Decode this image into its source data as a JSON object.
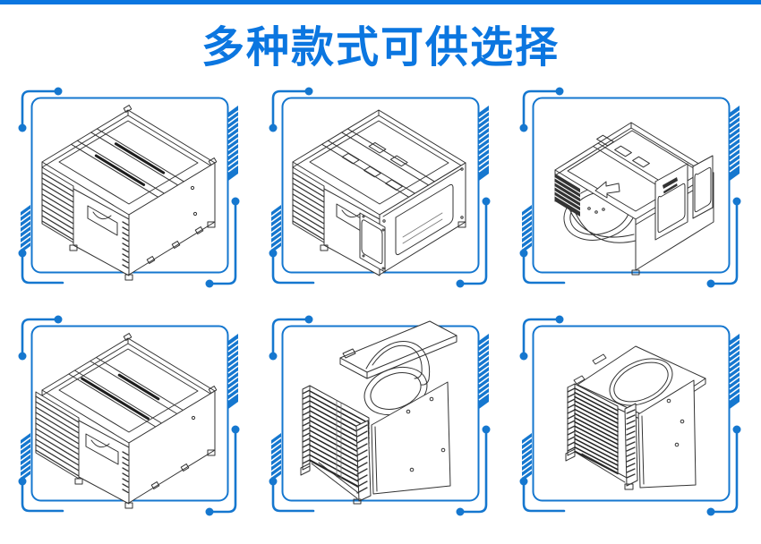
{
  "page": {
    "title": "多种款式可供选择"
  },
  "colors": {
    "accent": "#0b76e0",
    "frame": "#1577cf",
    "line": "#333333"
  },
  "gallery": {
    "items": [
      {
        "drawing": "chassis-iso-top-slot-rails-style-1"
      },
      {
        "drawing": "chassis-iso-side-window-panels-style-2"
      },
      {
        "drawing": "chassis-iso-front-round-duct-arrow-style-3"
      },
      {
        "drawing": "chassis-iso-extended-side-fins-style-4"
      },
      {
        "drawing": "chassis-iso-radiator-heatpipes-fan-style-5"
      },
      {
        "drawing": "chassis-iso-round-vent-plate-style-6"
      }
    ]
  }
}
